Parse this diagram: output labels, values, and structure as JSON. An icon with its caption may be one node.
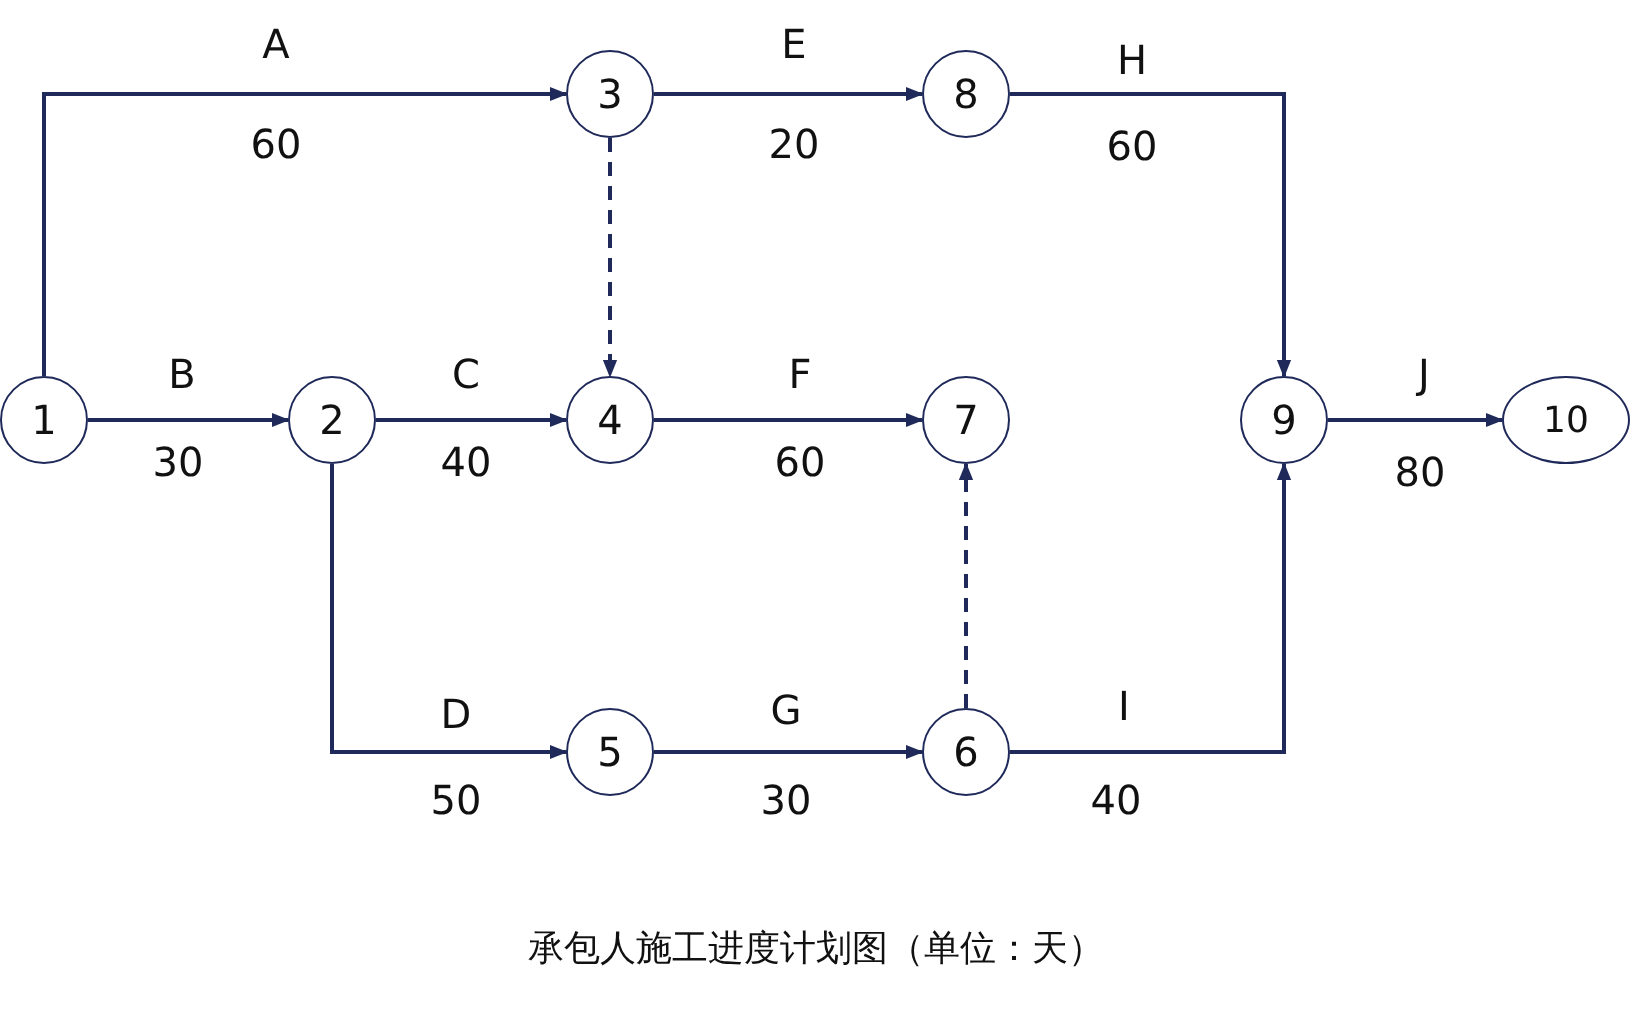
{
  "diagram": {
    "caption": "承包人施工进度计划图（单位：天）",
    "nodes": [
      {
        "text": [
          "1"
        ]
      },
      {
        "text": [
          "2"
        ]
      },
      {
        "text": [
          "3"
        ]
      },
      {
        "text": [
          "4"
        ]
      },
      {
        "text": [
          "5"
        ]
      },
      {
        "text": [
          "6"
        ]
      },
      {
        "text": [
          "7"
        ]
      },
      {
        "text": [
          "8"
        ]
      },
      {
        "text": [
          "9"
        ]
      },
      {
        "text": [
          "10"
        ]
      }
    ],
    "edges": [
      {
        "from": 0,
        "to": 2,
        "arrow": "to",
        "label": "A"
      },
      {
        "from": 0,
        "to": 1,
        "arrow": "to",
        "label": "B"
      },
      {
        "from": 1,
        "to": 3,
        "arrow": "to",
        "label": "C"
      },
      {
        "from": 1,
        "to": 4,
        "arrow": "to",
        "label": "D"
      },
      {
        "from": 2,
        "to": 3,
        "arrow": "to",
        "style": "dashed"
      },
      {
        "from": 2,
        "to": 7,
        "arrow": "to",
        "label": "E"
      },
      {
        "from": 3,
        "to": 6,
        "arrow": "to",
        "label": "F"
      },
      {
        "from": 4,
        "to": 5,
        "arrow": "to",
        "label": "G"
      },
      {
        "from": 5,
        "to": 6,
        "arrow": "to",
        "style": "dashed"
      },
      {
        "from": 7,
        "to": 8,
        "arrow": "to",
        "label": "H"
      },
      {
        "from": 5,
        "to": 8,
        "arrow": "to",
        "label": "I"
      },
      {
        "from": 8,
        "to": 9,
        "arrow": "to",
        "label": "J"
      }
    ],
    "labels": [
      "60",
      "20",
      "60",
      "30",
      "40",
      "60",
      "80",
      "50",
      "30",
      "40"
    ]
  }
}
